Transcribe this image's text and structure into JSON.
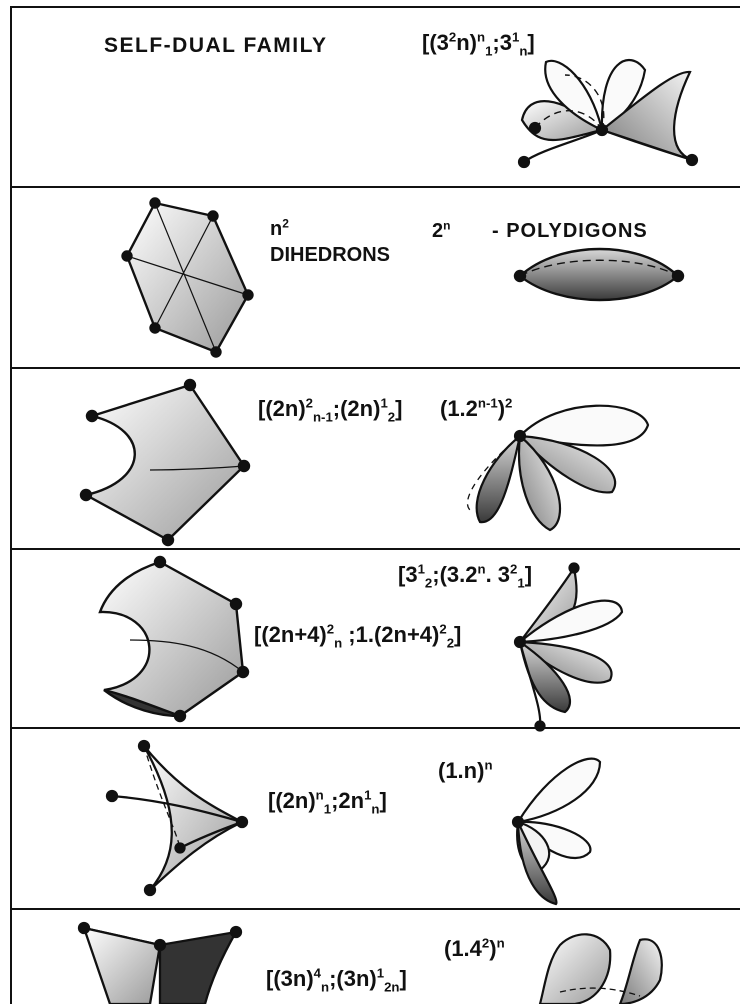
{
  "header": {
    "title": "SELF-DUAL FAMILY"
  },
  "panels": [
    {
      "symbol": {
        "pre": "[(3",
        "s1": "2",
        "mid": "n)",
        "s2": "n",
        "b2": "1",
        "mid2": ";3",
        "s3": "1",
        "b3": "n",
        "post": "]"
      }
    },
    {
      "left": {
        "line1_base": "n",
        "line1_sup": "2",
        "line2": "DIHEDRONS"
      },
      "right": {
        "base": "2",
        "sup": "n",
        "text": "- POLYDIGONS"
      }
    },
    {
      "left": {
        "a": "[(2n)",
        "a_sup": "2",
        "a_sub": "n-1",
        "b": ";(2n)",
        "b_sup": "1",
        "b_sub": "2",
        "c": "]"
      },
      "right": {
        "a": "(1.2",
        "a_sup": "n-1",
        "b": ")",
        "b_sup": "2"
      }
    },
    {
      "top": {
        "a": "[3",
        "a_sup": "1",
        "a_sub": "2",
        "b": ";(3.2",
        "b_sup": "n",
        "c": ". 3",
        "c_sup": "2",
        "c_sub": "1",
        "d": "]"
      },
      "left": {
        "a": "[(2n+4)",
        "a_sup": "2",
        "a_sub": "n",
        "b": " ;1.(2n+4)",
        "b_sup": "2",
        "b_sub": "2",
        "c": "]"
      }
    },
    {
      "left": {
        "a": "[(2n)",
        "a_sup": "n",
        "a_sub": "1",
        "b": ";2n",
        "b_sup": "1",
        "b_sub": "n",
        "c": "]"
      },
      "right": {
        "a": "(1.n)",
        "a_sup": "n"
      }
    },
    {
      "left": {
        "a": "[(3n)",
        "a_sup": "4",
        "a_sub": "n",
        "b": ";(3n)",
        "b_sup": "1",
        "b_sub": "2n",
        "c": "]"
      },
      "right": {
        "a": "(1.4",
        "a_sup": "2",
        "b": ")",
        "b_sup": "n"
      }
    }
  ]
}
